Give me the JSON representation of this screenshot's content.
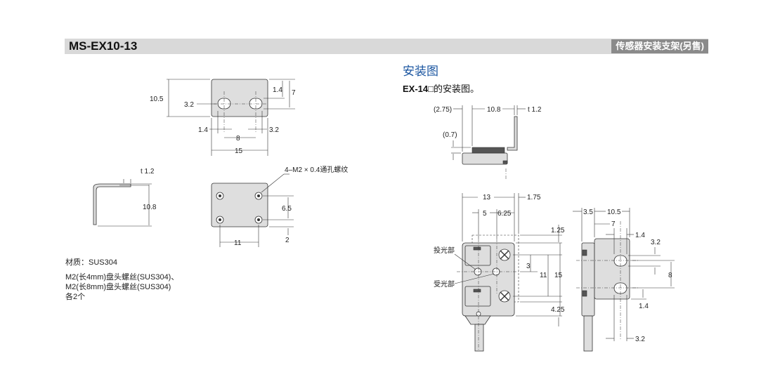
{
  "header": {
    "model": "MS-EX10-13",
    "category": "传感器安装支架(另售)"
  },
  "mounting": {
    "title": "安装图",
    "subtitle_prefix": "EX-14",
    "subtitle_box": "□",
    "subtitle_suffix": "的安装图。"
  },
  "notes": {
    "material": "材质：SUS304",
    "screw1": "M2(长4mm)盘头螺丝(SUS304)、",
    "screw2": "M2(长8mm)盘头螺丝(SUS304)",
    "qty": "各2个"
  },
  "front_view": {
    "d_height": "10.5",
    "d_slot_w": "3.2",
    "d_top": "1.4",
    "d_7": "7",
    "d_left": "1.4",
    "d_pitch": "8",
    "d_right": "3.2",
    "d_width": "15"
  },
  "side_view": {
    "d_thick": "t 1.2",
    "d_height": "10.8"
  },
  "bottom_view": {
    "callout": "4–M2 × 0.4通孔螺纹",
    "d_vpitch": "6.5",
    "d_bottom": "2",
    "d_hpitch": "11"
  },
  "mount_side": {
    "d_275": "(2.75)",
    "d_108": "10.8",
    "d_t12": "t 1.2",
    "d_07": "(0.7)"
  },
  "mount_front": {
    "d_13": "13",
    "d_175": "1.75",
    "d_5": "5",
    "d_625": "6.25",
    "d_125": "1.25",
    "d_3": "3",
    "d_11": "11",
    "d_15": "15",
    "d_425": "4.25",
    "label_emitter": "投光部",
    "label_receiver": "受光部"
  },
  "mount_rear": {
    "d_35": "3.5",
    "d_105": "10.5",
    "d_7": "7",
    "d_14a": "1.4",
    "d_32a": "3.2",
    "d_8": "8",
    "d_14b": "1.4",
    "d_32b": "3.2"
  }
}
